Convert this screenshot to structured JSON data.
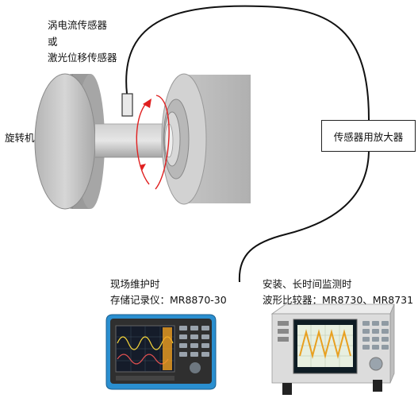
{
  "labels": {
    "sensor_line1": "涡电流传感器",
    "sensor_line2": "或",
    "sensor_line3": "激光位移传感器",
    "machine": "旋转机",
    "amplifier": "传感器用放大器",
    "field_title": "现场维护时",
    "field_device": "存储记录仪：MR8870-30",
    "longterm_title": "安装、长时间监测时",
    "longterm_device": "波形比较器：MR8730、MR8731"
  },
  "colors": {
    "disc_face": "#c9c9c9",
    "disc_rim": "#9a9a9a",
    "shaft": "#bdbdbd",
    "rotation_arrow": "#e02020",
    "cable": "#111111",
    "recorder_body": "#2a8fd0",
    "comparator_body": "#d9d9d9"
  },
  "icons": {
    "rotation": "rotation-arrow-icon",
    "recorder": "memory-recorder-icon",
    "comparator": "waveform-comparator-icon"
  }
}
